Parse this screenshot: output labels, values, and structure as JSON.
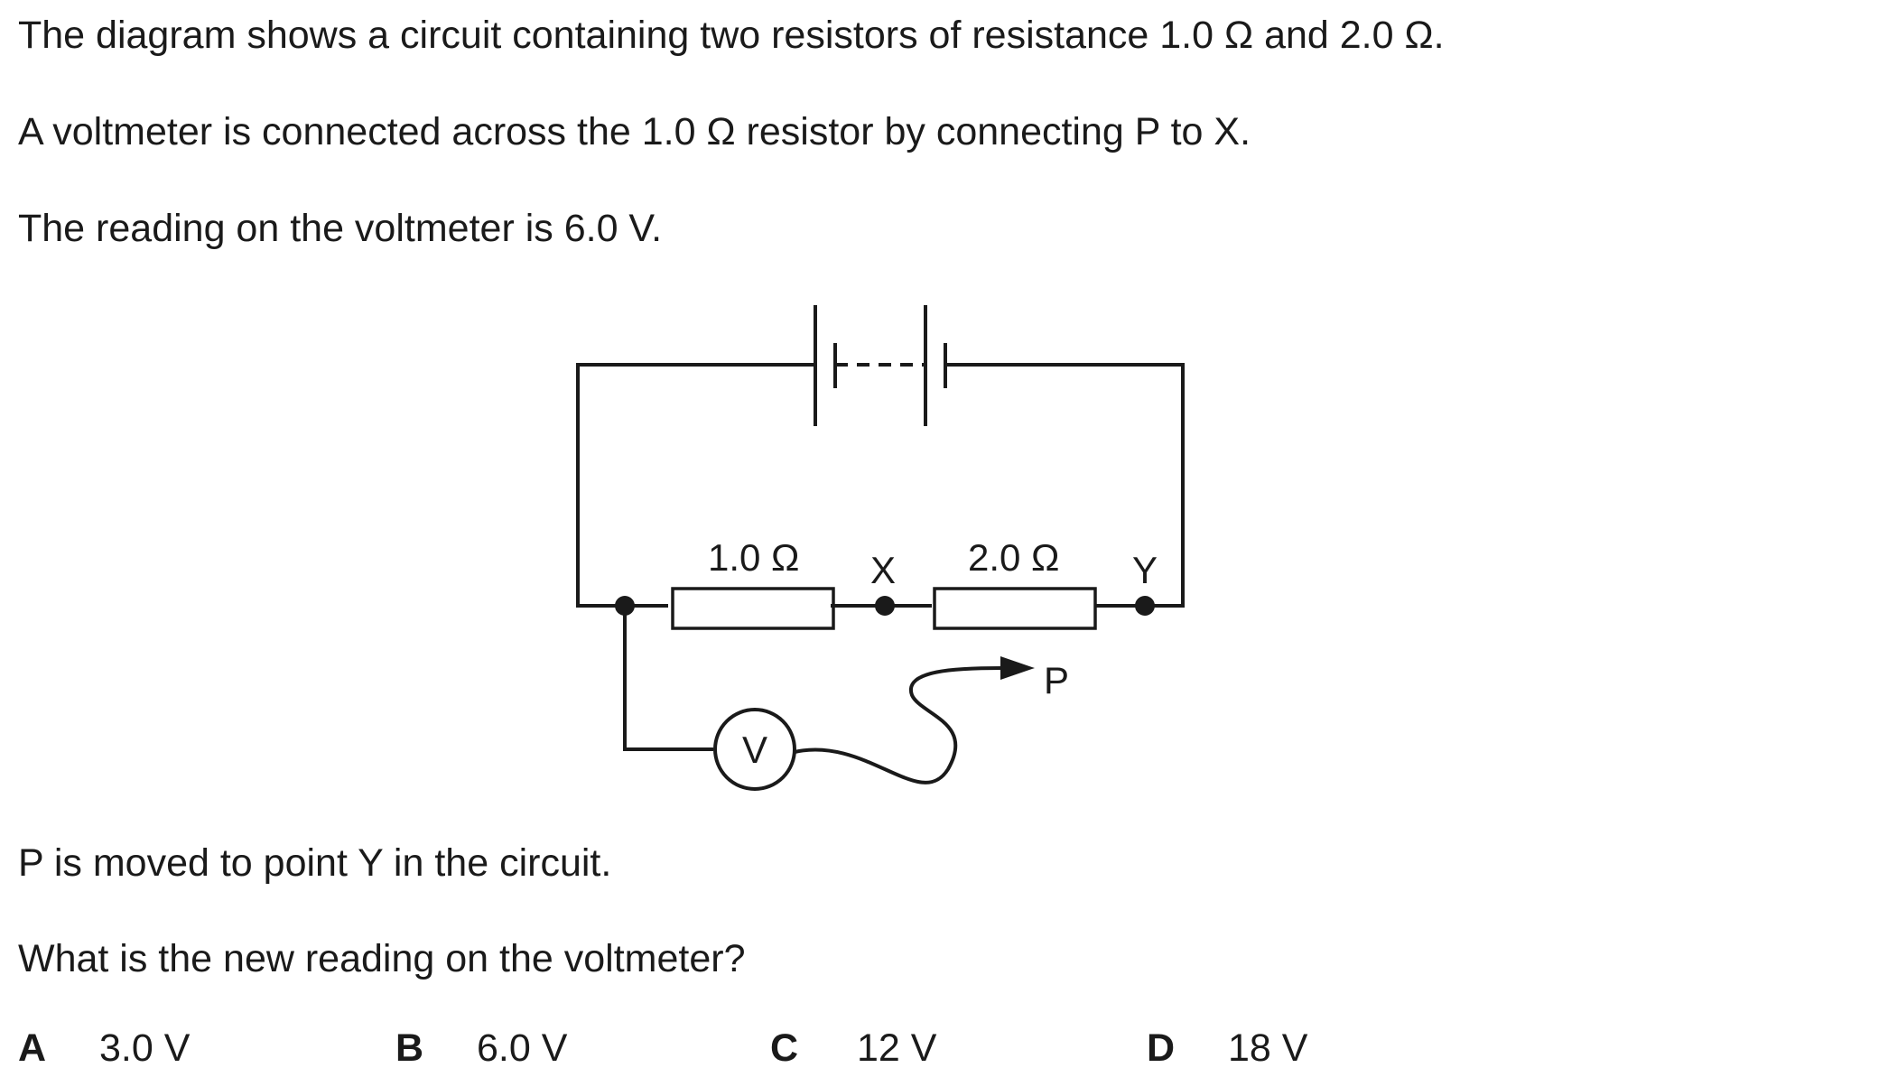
{
  "question": {
    "line1": "The diagram shows a circuit containing two resistors of resistance 1.0 Ω and 2.0 Ω.",
    "line2": "A voltmeter is connected across the 1.0 Ω resistor by connecting P to X.",
    "line3": "The reading on the voltmeter is 6.0 V.",
    "line4": "P is moved to point Y in the circuit.",
    "line5": "What is the new reading on the voltmeter?"
  },
  "diagram": {
    "resistor1_label": "1.0 Ω",
    "resistor2_label": "2.0 Ω",
    "point_x_label": "X",
    "point_y_label": "Y",
    "probe_label": "P",
    "voltmeter_label": "V"
  },
  "options": [
    {
      "letter": "A",
      "value": "3.0 V"
    },
    {
      "letter": "B",
      "value": "6.0 V"
    },
    {
      "letter": "C",
      "value": "12 V"
    },
    {
      "letter": "D",
      "value": "18 V"
    }
  ]
}
